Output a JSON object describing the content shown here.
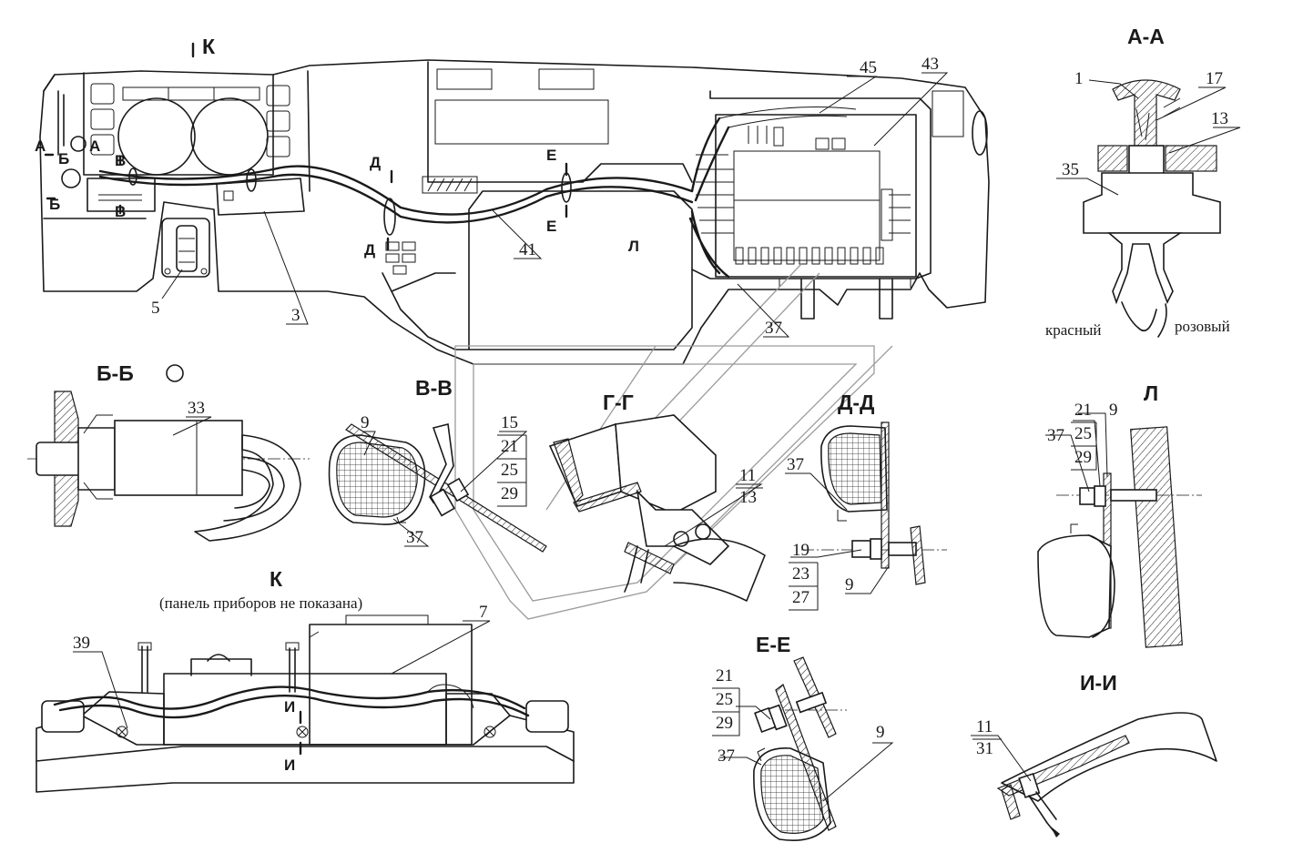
{
  "views": {
    "k_main": "К",
    "aa": "А-А",
    "bb": "Б-Б",
    "vv": "В-В",
    "gg": "Г-Г",
    "dd": "Д-Д",
    "l": "Л",
    "k_bottom": "К",
    "k_bottom_note": "(панель приборов не показана)",
    "ee": "Е-Е",
    "ii": "И-И"
  },
  "section_marks": {
    "a": "А",
    "b": "Б",
    "v": "В",
    "d": "Д",
    "e": "Е",
    "l": "Л",
    "i": "И"
  },
  "wire_colors": {
    "red": "красный",
    "pink": "розовый"
  },
  "callouts": {
    "n1": "1",
    "n3": "3",
    "n5": "5",
    "n7": "7",
    "n9": "9",
    "n11": "11",
    "n13": "13",
    "n15": "15",
    "n17": "17",
    "n19": "19",
    "n21": "21",
    "n23": "23",
    "n25": "25",
    "n27": "27",
    "n29": "29",
    "n31": "31",
    "n33": "33",
    "n35": "35",
    "n37": "37",
    "n39": "39",
    "n41": "41",
    "n43": "43",
    "n45": "45"
  }
}
